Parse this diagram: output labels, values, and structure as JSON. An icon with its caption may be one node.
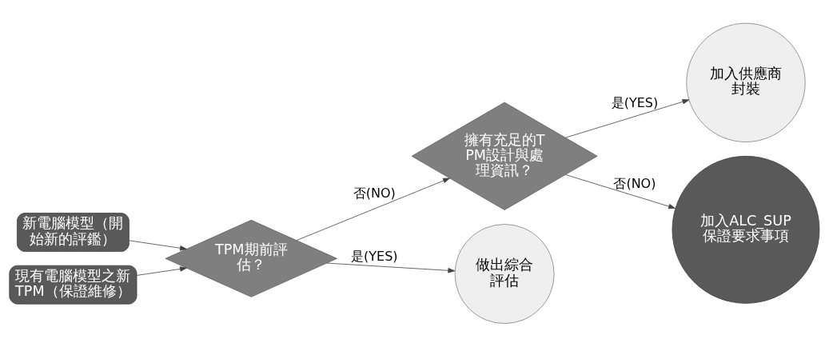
{
  "diagram": {
    "nodes": [
      {
        "text": [
          "新電腦模型（開始新的評鑑）"
        ]
      },
      {
        "text": [
          "現有電腦模型之新TPM（保證維修）"
        ]
      },
      {
        "text": [
          "TPM期前評估？"
        ]
      },
      {
        "text": [
          "擁有充足的TPM設計與處理資訊？"
        ]
      },
      {
        "text": [
          "做出綜合評估"
        ]
      },
      {
        "text": [
          "加入供應商封裝"
        ]
      },
      {
        "text": [
          "加入ALC_SUP保證要求事項"
        ]
      }
    ],
    "edges": [
      {
        "from": 0,
        "to": 2,
        "arrow": "to"
      },
      {
        "from": 1,
        "to": 2,
        "arrow": "to"
      },
      {
        "from": 2,
        "to": 3,
        "arrow": "to",
        "label": "否(NO)"
      },
      {
        "from": 2,
        "to": 4,
        "arrow": "to",
        "label": "是(YES)"
      },
      {
        "from": 3,
        "to": 5,
        "arrow": "to",
        "label": "是(YES)"
      },
      {
        "from": 3,
        "to": 6,
        "arrow": "to",
        "label": "否(NO)"
      }
    ]
  }
}
